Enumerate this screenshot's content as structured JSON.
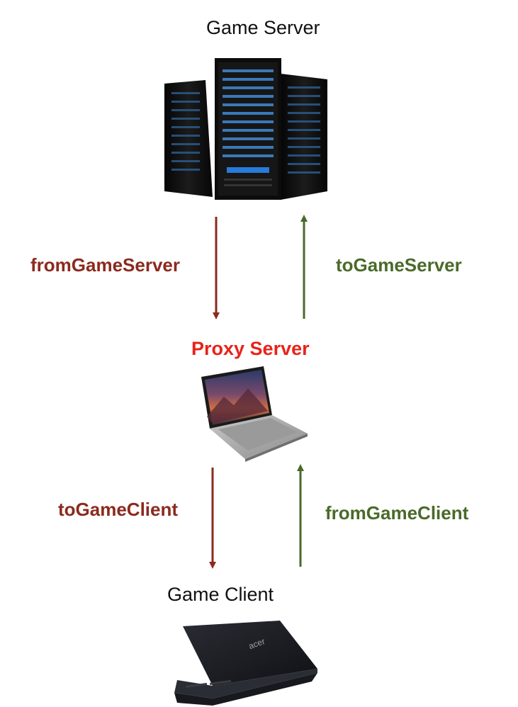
{
  "nodes": {
    "game_server": {
      "title": "Game Server",
      "icon": "server-rack-icon"
    },
    "proxy_server": {
      "title": "Proxy Server",
      "icon": "macbook-laptop-icon",
      "color": "#e8231a"
    },
    "game_client": {
      "title": "Game Client",
      "icon": "acer-laptop-icon",
      "logo_text": "acer"
    }
  },
  "flows": {
    "from_game_server": {
      "label": "fromGameServer",
      "direction": "down",
      "color": "#8b2a1e"
    },
    "to_game_server": {
      "label": "toGameServer",
      "direction": "up",
      "color": "#4a6a2a"
    },
    "to_game_client": {
      "label": "toGameClient",
      "direction": "down",
      "color": "#8b2a1e"
    },
    "from_game_client": {
      "label": "fromGameClient",
      "direction": "up",
      "color": "#4a6a2a"
    }
  }
}
